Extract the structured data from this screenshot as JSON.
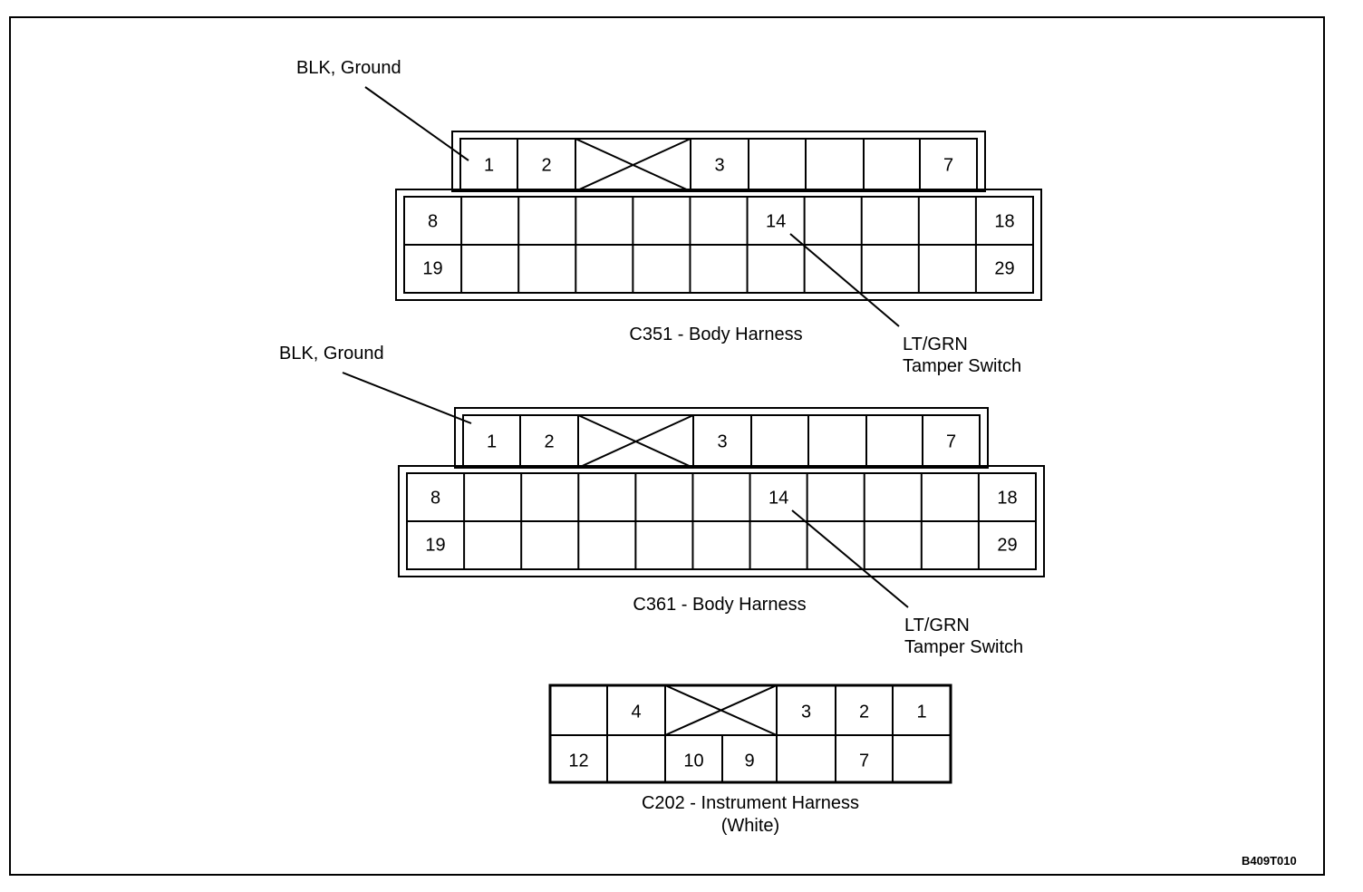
{
  "connectors": [
    {
      "id": "C351",
      "caption": "C351 - Body Harness",
      "top_row": [
        "1",
        "2",
        "",
        "3",
        "",
        "",
        "",
        "7"
      ],
      "top_row_blocked": [
        2
      ],
      "row_2": [
        "8",
        "",
        "",
        "",
        "",
        "",
        "14",
        "",
        "",
        "",
        "18"
      ],
      "row_3": [
        "19",
        "",
        "",
        "",
        "",
        "",
        "",
        "",
        "",
        "",
        "29"
      ],
      "callout_ground": "BLK, Ground",
      "callout_switch_line1": "LT/GRN",
      "callout_switch_line2": "Tamper Switch"
    },
    {
      "id": "C361",
      "caption": "C361 - Body Harness",
      "top_row": [
        "1",
        "2",
        "",
        "3",
        "",
        "",
        "",
        "7"
      ],
      "top_row_blocked": [
        2
      ],
      "row_2": [
        "8",
        "",
        "",
        "",
        "",
        "",
        "14",
        "",
        "",
        "",
        "18"
      ],
      "row_3": [
        "19",
        "",
        "",
        "",
        "",
        "",
        "",
        "",
        "",
        "",
        "29"
      ],
      "callout_ground": "BLK, Ground",
      "callout_switch_line1": "LT/GRN",
      "callout_switch_line2": "Tamper Switch"
    },
    {
      "id": "C202",
      "caption_line1": "C202 - Instrument Harness",
      "caption_line2": "(White)",
      "top_row": [
        "",
        "4",
        "",
        "3",
        "2",
        "1"
      ],
      "top_row_blocked": [
        2
      ],
      "bottom_row": [
        "12",
        "",
        "10",
        "9",
        "",
        "7",
        ""
      ]
    }
  ],
  "figure_id": "B409T010"
}
